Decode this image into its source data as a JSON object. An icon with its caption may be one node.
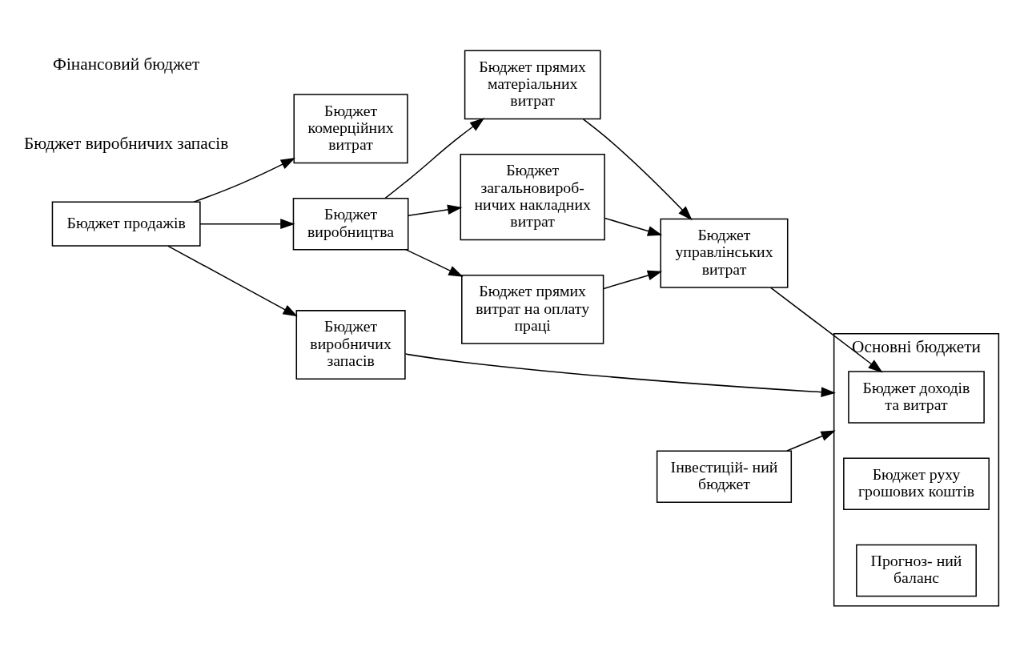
{
  "diagram": {
    "nodes": [
      {
        "text": [
          "Бюджет комерційних витрат"
        ]
      },
      {
        "text": [
          "Бюджет продажів"
        ]
      },
      {
        "text": [
          "Бюджет виробництва"
        ]
      },
      {
        "text": [
          "Бюджет прямих матеріальних витрат"
        ]
      },
      {
        "text": [
          "Бюджет загальновироб- ничих накладних витрат"
        ]
      },
      {
        "text": [
          "Бюджет прямих витрат на оплату праці"
        ]
      },
      {
        "text": [
          "Бюджет управлінських витрат"
        ]
      },
      {
        "text": [
          "Основні бюджети"
        ]
      },
      {
        "text": [
          "Бюджет доходів та витрат"
        ],
        "in": 7
      },
      {
        "text": [
          "Бюджет руху грошових коштів"
        ],
        "in": 7
      },
      {
        "text": [
          "Прогноз- ний баланс"
        ],
        "in": 7
      },
      {
        "text": [
          "Бюджет виробничих запасів"
        ]
      },
      {
        "text": [
          "Інвестицій- ний бюджет"
        ]
      }
    ],
    "edges": [
      {
        "from": 1,
        "to": 0,
        "arrow": "to"
      },
      {
        "from": 1,
        "to": 2,
        "arrow": "to"
      },
      {
        "from": 1,
        "to": 11,
        "arrow": "to"
      },
      {
        "from": 2,
        "to": 3,
        "arrow": "to"
      },
      {
        "from": 2,
        "to": 4,
        "arrow": "to"
      },
      {
        "from": 2,
        "to": 5,
        "arrow": "to"
      },
      {
        "from": 3,
        "to": 6,
        "arrow": "to"
      },
      {
        "from": 4,
        "to": 6,
        "arrow": "to"
      },
      {
        "from": 5,
        "to": 6,
        "arrow": "to"
      },
      {
        "from": 6,
        "to": 8,
        "arrow": "to"
      },
      {
        "from": 11,
        "to": 7,
        "arrow": "to"
      },
      {
        "from": 12,
        "to": 7,
        "arrow": "to"
      }
    ],
    "labels": [
      "Бюджет виробничих запасів",
      "Фінансовий бюджет"
    ]
  }
}
